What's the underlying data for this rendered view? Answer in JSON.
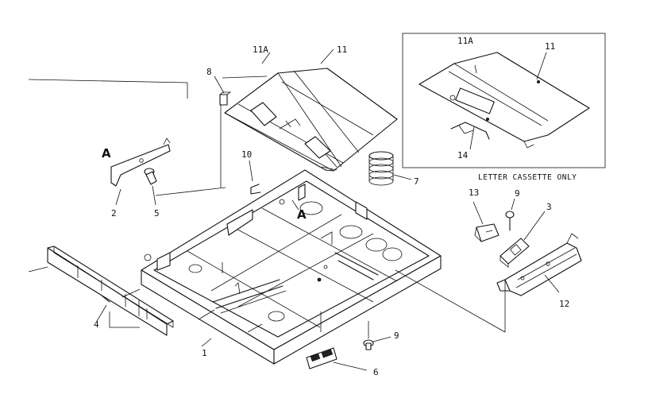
{
  "diagram": {
    "callouts": {
      "c1": "1",
      "c2": "2",
      "c3": "3",
      "c4": "4",
      "c5": "5",
      "c6": "6",
      "c7": "7",
      "c8": "8",
      "c9a": "9",
      "c9b": "9",
      "c10": "10",
      "c11": "11",
      "c11a": "11A",
      "c11_inset": "11",
      "c11a_inset": "11A",
      "c12": "12",
      "c13": "13",
      "c14": "14",
      "refA1": "A",
      "refA2": "A"
    },
    "inset_note": "LETTER CASSETTE ONLY"
  }
}
